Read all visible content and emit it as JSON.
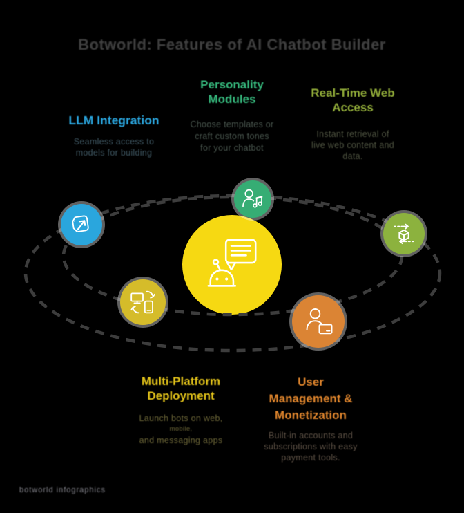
{
  "title": "Botworld: Features of AI Chatbot Builder",
  "title_color": "#414141",
  "watermark": "botworld infographics",
  "orbit_color": "#3d3d3d",
  "center": {
    "icon": "chatbot-robot-icon",
    "circle_color": "#f6d912"
  },
  "sections": [
    {
      "id": "llm-integration",
      "heading_lines": [
        "LLM Integration"
      ],
      "heading_color": "#2ba7e0",
      "body_lines": [
        "Seamless access to",
        "models for building"
      ],
      "body_color": "#3d5560",
      "icon": "chip-arrow-icon",
      "circle_color": "#2aa6dd"
    },
    {
      "id": "personality-modules",
      "heading_lines": [
        "Personality",
        "Modules"
      ],
      "heading_color": "#36b97d",
      "body_lines": [
        "Choose templates or",
        "craft custom tones",
        "for your chatbot"
      ],
      "body_color": "#49564e",
      "icon": "person-music-icon",
      "circle_color": "#36ad74"
    },
    {
      "id": "real-time-web-access",
      "heading_lines": [
        "Real-Time Web",
        "Access"
      ],
      "heading_color": "#93ae3a",
      "body_lines": [
        "Instant retrieval of",
        "live web content and",
        "data."
      ],
      "body_color": "#4e5340",
      "icon": "cube-exchange-icon",
      "circle_color": "#8cb23e"
    },
    {
      "id": "multi-platform-deployment",
      "heading_lines": [
        "Multi-Platform",
        "Deployment"
      ],
      "heading_color": "#e5c51a",
      "body_lines": [
        "Launch bots on web,",
        "mobile,",
        "and messaging apps"
      ],
      "body_color": "#6b6537",
      "icon": "devices-sync-icon",
      "circle_color": "#d5bc2a"
    },
    {
      "id": "user-management-monetization",
      "heading_lines": [
        "User",
        "Management &",
        "Monetization"
      ],
      "heading_color": "#e1862d",
      "body_lines": [
        "Built-in accounts and",
        "subscriptions with easy",
        "payment tools."
      ],
      "body_color": "#5d5145",
      "icon": "user-card-icon",
      "circle_color": "#db8434"
    }
  ]
}
